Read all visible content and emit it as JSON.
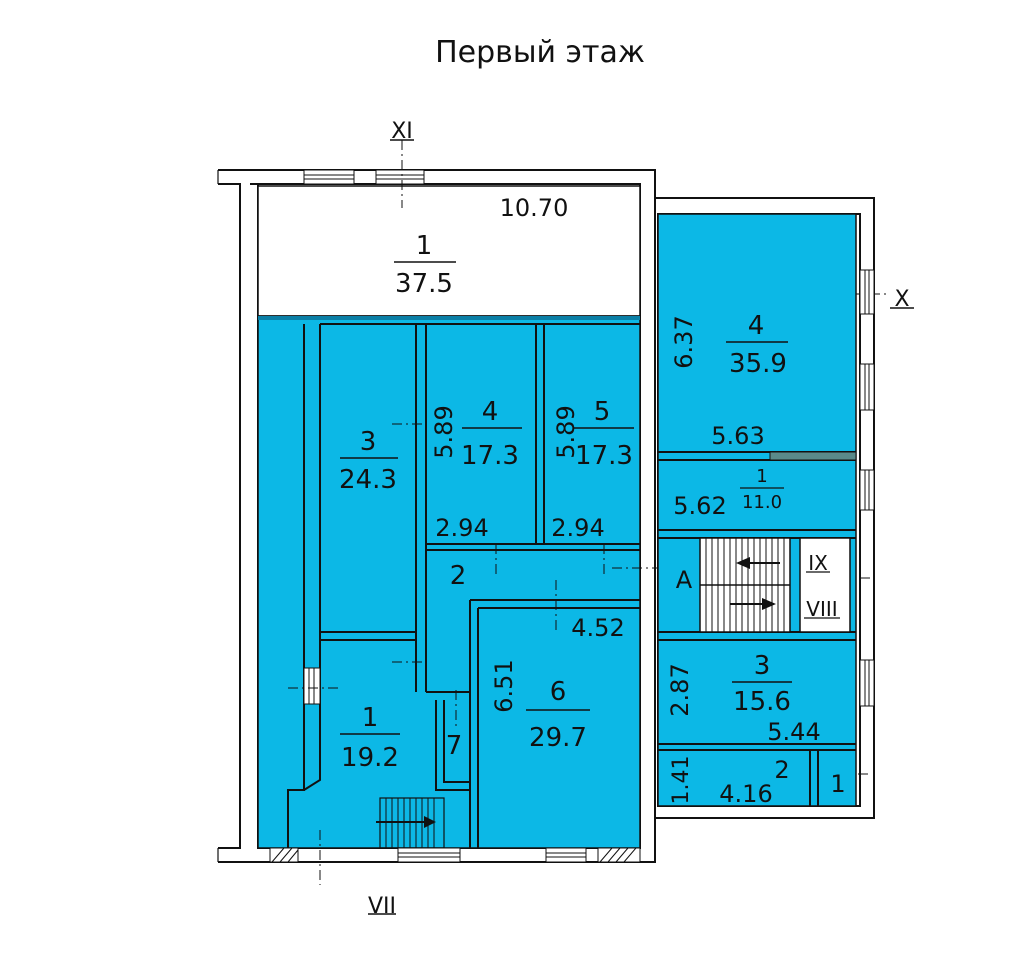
{
  "title": "Первый этаж",
  "colors": {
    "room_fill": "#0cb8e6",
    "wall": "#111111",
    "background": "#ffffff"
  },
  "section_marks": {
    "xi": "XI",
    "x": "X",
    "ix": "IX",
    "viii": "VIII",
    "vii": "VII"
  },
  "left_block": {
    "width_dim": "10.70",
    "room1": {
      "num": "1",
      "area": "37.5"
    },
    "room2": {
      "num": "2"
    },
    "room3": {
      "num": "3",
      "area": "24.3"
    },
    "room4": {
      "num": "4",
      "area": "17.3",
      "dim_h": "5.89",
      "dim_w": "2.94"
    },
    "room5": {
      "num": "5",
      "area": "17.3",
      "dim_h": "5.89",
      "dim_w": "2.94"
    },
    "room6": {
      "num": "6",
      "area": "29.7",
      "dim_h": "6.51",
      "dim_w": "4.52"
    },
    "room7": {
      "num": "7"
    },
    "room1b": {
      "num": "1",
      "area": "19.2"
    }
  },
  "right_block": {
    "room4": {
      "num": "4",
      "area": "35.9",
      "dim_h": "6.37",
      "dim_w": "5.63"
    },
    "room1": {
      "num": "1",
      "area": "11.0",
      "dim_w": "5.62"
    },
    "stair_label": "A",
    "room3": {
      "num": "3",
      "area": "15.6",
      "dim_h": "2.87",
      "dim_w": "5.44"
    },
    "room2": {
      "num": "2",
      "dim_h": "1.41",
      "dim_w": "4.16"
    },
    "room1c": {
      "num": "1"
    }
  }
}
